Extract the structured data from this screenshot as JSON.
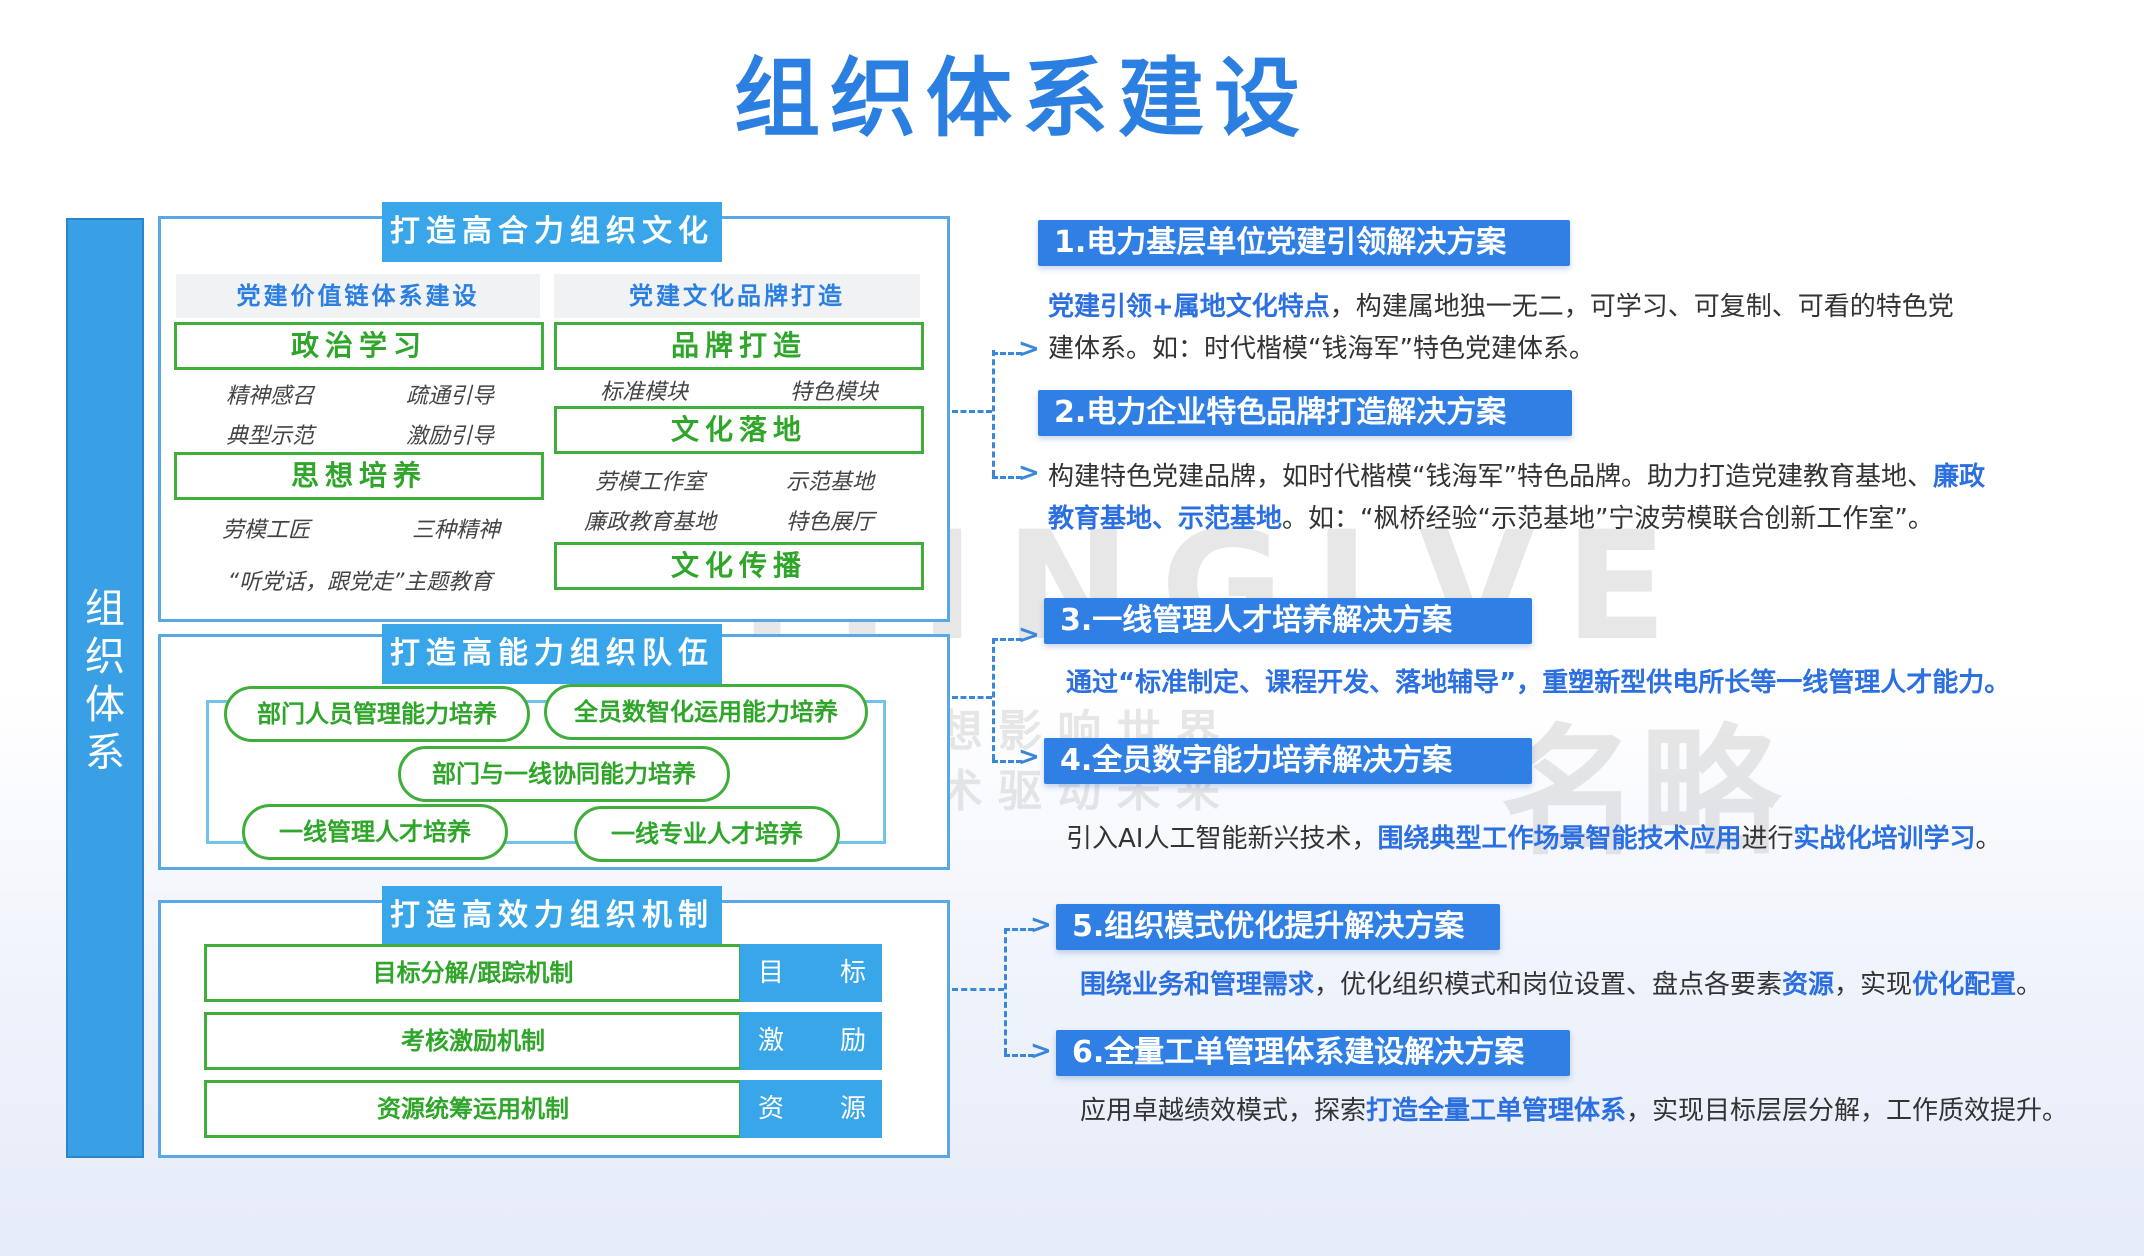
{
  "title": "组织体系建设",
  "left_bar": "组织体系",
  "watermark": {
    "brand": "MINGLVE",
    "cn": "名略",
    "slogan1": "用 思 想 影 响 世 界",
    "slogan2": "用 技 术 驱 动 未 来"
  },
  "culture": {
    "header": "打造高合力组织文化",
    "left_col": {
      "title": "党建价值链体系建设",
      "box1": "政治学习",
      "items1": [
        "精神感召",
        "疏通引导",
        "典型示范",
        "激励引导"
      ],
      "box2": "思想培养",
      "items2": [
        "劳模工匠",
        "三种精神"
      ],
      "note": "“听党话，跟党走”主题教育"
    },
    "right_col": {
      "title": "党建文化品牌打造",
      "box1": "品牌打造",
      "items1": [
        "标准模块",
        "特色模块"
      ],
      "box2": "文化落地",
      "items2": [
        "劳模工作室",
        "示范基地",
        "廉政教育基地",
        "特色展厅"
      ],
      "box3": "文化传播"
    }
  },
  "team": {
    "header": "打造高能力组织队伍",
    "pills": [
      "部门人员管理能力培养",
      "全员数智化运用能力培养",
      "部门与一线协同能力培养",
      "一线管理人才培养",
      "一线专业人才培养"
    ]
  },
  "mechanism": {
    "header": "打造高效力组织机制",
    "rows": [
      {
        "label": "目标分解/跟踪机制",
        "tag1": "目",
        "tag2": "标"
      },
      {
        "label": "考核激励机制",
        "tag1": "激",
        "tag2": "励"
      },
      {
        "label": "资源统筹运用机制",
        "tag1": "资",
        "tag2": "源"
      }
    ]
  },
  "solutions": [
    {
      "title": "1.电力基层单位党建引领解决方案",
      "l1a": "党建引领+属地文化特点",
      "l1b": "，构建属地独一无二，可学习、可复制、可看的特色党",
      "l2": "建体系。如：时代楷模“钱海军”特色党建体系。"
    },
    {
      "title": "2.电力企业特色品牌打造解决方案",
      "l1a": "构建特色党建品牌，如时代楷模“钱海军”特色品牌。助力打造党建教育基地、",
      "l1b": "廉政",
      "l2a": "教育基地、示范基地",
      "l2b": "。如：“枫桥经验“示范基地”宁波劳模联合创新工作室”。"
    },
    {
      "title": "3.一线管理人才培养解决方案",
      "l1a": "通过“标准制定、课程开发、落地辅导”，",
      "l1b": "重塑新型供电所长等一线管理人才能力。"
    },
    {
      "title": "4.全员数字能力培养解决方案",
      "l1a": "引入AI人工智能新兴技术，",
      "l1b": "围绕典型工作场景智能技术应用",
      "l1c": "进行",
      "l1d": "实战化培训学习",
      "l1e": "。"
    },
    {
      "title": "5.组织模式优化提升解决方案",
      "l1a": "围绕业务和管理需求",
      "l1b": "，优化组织模式和岗位设置、盘点各要素",
      "l1c": "资源",
      "l1d": "，实现",
      "l1e": "优化配置",
      "l1f": "。"
    },
    {
      "title": "6.全量工单管理体系建设解决方案",
      "l1a": "应用卓越绩效模式，探索",
      "l1b": "打造全量工单管理体系",
      "l1c": "，实现目标层层分解，工作质效提升。"
    }
  ]
}
